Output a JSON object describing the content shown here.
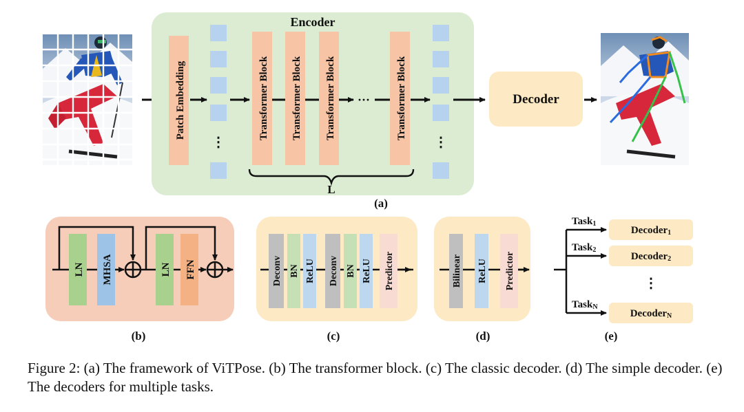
{
  "colors": {
    "encoder_bg": "#dcecd3",
    "block_orange": "#f7c4a5",
    "token_blue": "#b7d2ee",
    "decoder_bg": "#fde9c3",
    "panel_b_bg": "#f5cdb8",
    "panel_cd_bg": "#fde9c3",
    "ln_green": "#a9d18e",
    "mhsa_blue": "#9dc3e6",
    "ffn_orange": "#f4b183",
    "deconv_gray": "#bfbfbf",
    "bn_green": "#c5e0b4",
    "relu_blue": "#bdd7ee",
    "predictor_pink": "#f8dcd4"
  },
  "panel_a": {
    "encoder_title": "Encoder",
    "patch_embedding": "Patch Embedding",
    "transformer_block": "Transformer Block",
    "ellipsis": "···",
    "token_dots": "⋮",
    "num_layers": "L",
    "decoder": "Decoder",
    "label": "(a)",
    "input_image": "skier-patch-grid-image",
    "output_image": "skier-pose-output-image"
  },
  "panel_b": {
    "ln1": "LN",
    "mhsa": "MHSA",
    "ln2": "LN",
    "ffn": "FFN",
    "label": "(b)"
  },
  "panel_c": {
    "deconv1": "Deconv",
    "bn1": "BN",
    "relu1": "ReLU",
    "deconv2": "Deconv",
    "bn2": "BN",
    "relu2": "ReLU",
    "predictor": "Predictor",
    "label": "(c)"
  },
  "panel_d": {
    "bilinear": "Bilinear",
    "relu": "ReLU",
    "predictor": "Predictor",
    "label": "(d)"
  },
  "panel_e": {
    "tasks": [
      {
        "task": "Task",
        "task_sub": "1",
        "decoder": "Decoder",
        "decoder_sub": "1"
      },
      {
        "task": "Task",
        "task_sub": "2",
        "decoder": "Decoder",
        "decoder_sub": "2"
      },
      {
        "task": "Task",
        "task_sub": "N",
        "decoder": "Decoder",
        "decoder_sub": "N"
      }
    ],
    "dots": "⋮",
    "label": "(e)"
  },
  "caption": "Figure 2: (a) The framework of ViTPose. (b) The transformer block. (c) The classic decoder. (d) The simple decoder. (e) The decoders for multiple tasks."
}
